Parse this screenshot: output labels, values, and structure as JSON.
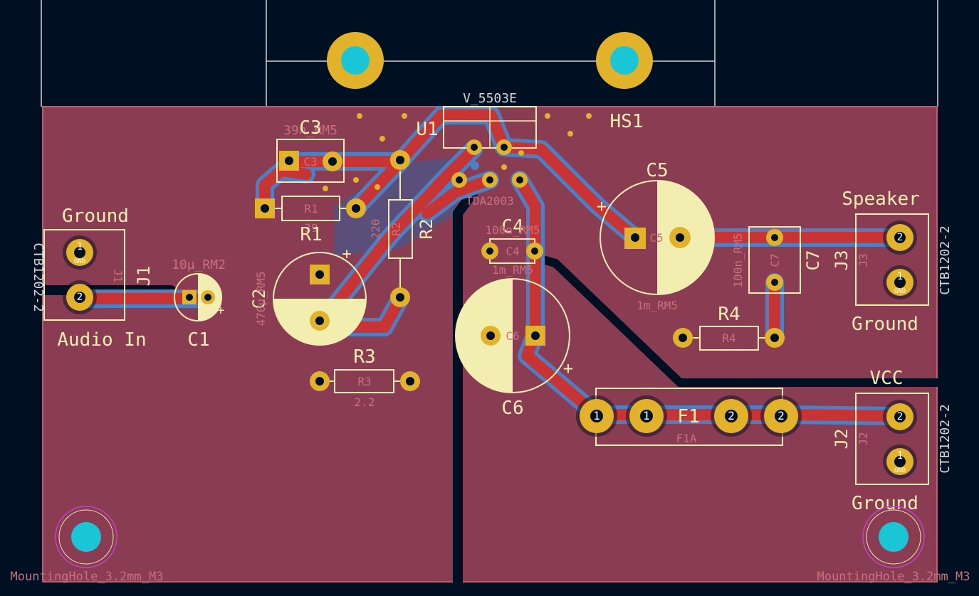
{
  "colors": {
    "background": "#001023",
    "copper_fill": "#8a3c52",
    "outline": "#d6d6d6",
    "track_front": "#c83434",
    "track_back": "#4d7fc4",
    "pad": "#e2b32a",
    "drill": "#1ac6d6",
    "silk": "#f2eeb0",
    "fab": "#c8707e",
    "courtyard": "#c442c4"
  },
  "components": {
    "j1": {
      "ref": "J1",
      "fab_ref": "J1",
      "value": "CTB1202-2",
      "label_top": "Ground",
      "label_bottom": "Audio In",
      "pin1": "1",
      "pin2": "2",
      "net1": "GND"
    },
    "j2": {
      "ref": "J2",
      "fab_ref": "J2",
      "value": "CTB1202-2",
      "label_top": "VCC",
      "label_bottom": "Ground",
      "pin1": "1",
      "pin2": "2",
      "net1": "GND"
    },
    "j3": {
      "ref": "J3",
      "fab_ref": "J3",
      "value": "CTB1202-2",
      "label_top": "Speaker",
      "label_bottom": "Ground",
      "pin1": "1",
      "pin2": "2",
      "net1": "GND"
    },
    "c1": {
      "ref": "C1",
      "value": "10µ_RM2"
    },
    "c2": {
      "ref": "C2",
      "value": "470µ_RM5",
      "fab_ref": "C2"
    },
    "c3": {
      "ref": "C3",
      "value": "39n_RM5",
      "fab_ref": "C3"
    },
    "c4": {
      "ref": "C4",
      "value": "100n_RM5",
      "fab_ref": "C4",
      "value2": "1m_RM5"
    },
    "c5": {
      "ref": "C5",
      "value": "1m_RM5",
      "fab_ref": "C5"
    },
    "c6": {
      "ref": "C6",
      "fab_ref": "C6"
    },
    "c7": {
      "ref": "C7",
      "value": "100n_RM5",
      "fab_ref": "C7"
    },
    "r1": {
      "ref": "R1",
      "fab_ref": "R1",
      "value": "39"
    },
    "r2": {
      "ref": "R2",
      "fab_ref": "R2",
      "value": "220"
    },
    "r3": {
      "ref": "R3",
      "fab_ref": "R3",
      "value": "2.2"
    },
    "r4": {
      "ref": "R4",
      "fab_ref": "R4"
    },
    "u1": {
      "ref": "U1",
      "value": "TDA2003"
    },
    "hs1": {
      "ref": "HS1",
      "value": "V_5503E"
    },
    "f1": {
      "ref": "F1",
      "value": "F1A",
      "pin1": "1",
      "pin2": "2"
    },
    "mh_left": {
      "value": "MountingHole_3.2mm_M3"
    },
    "mh_right": {
      "value": "MountingHole_3.2mm_M3"
    }
  }
}
